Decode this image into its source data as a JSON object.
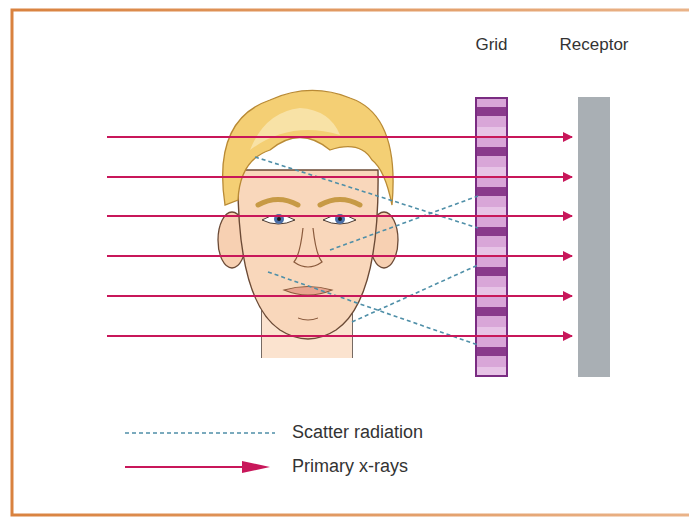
{
  "diagram": {
    "nodes": [
      {
        "text": [
          "Grid"
        ]
      },
      {
        "text": [
          "Receptor"
        ]
      }
    ],
    "legend": [
      {
        "text": "Scatter radiation"
      },
      {
        "text": "Primary x-rays"
      }
    ]
  }
}
